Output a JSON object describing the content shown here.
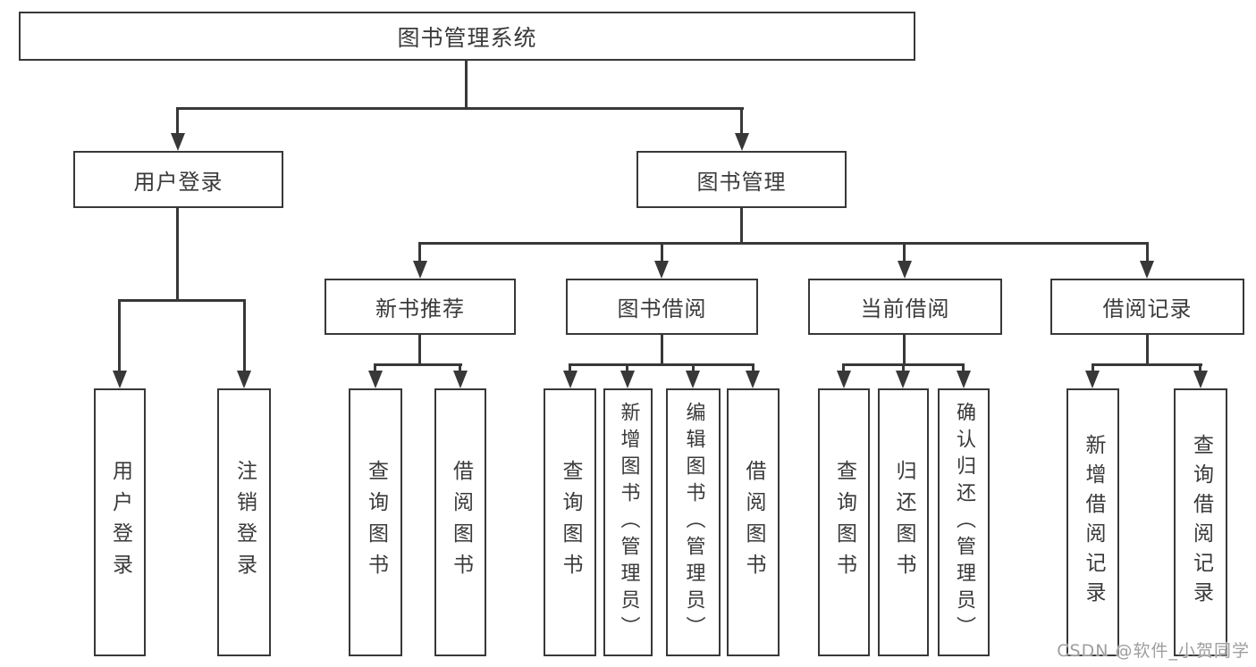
{
  "title": "图书管理系统",
  "tree": {
    "root": {
      "label": "图书管理系统"
    },
    "level2": [
      {
        "label": "用户登录",
        "parent": "图书管理系统"
      },
      {
        "label": "图书管理",
        "parent": "图书管理系统"
      }
    ],
    "level3": [
      {
        "label": "新书推荐",
        "parent": "图书管理"
      },
      {
        "label": "图书借阅",
        "parent": "图书管理"
      },
      {
        "label": "当前借阅",
        "parent": "图书管理"
      },
      {
        "label": "借阅记录",
        "parent": "图书管理"
      }
    ],
    "leaves": [
      {
        "label": "用户登录",
        "parent": "用户登录"
      },
      {
        "label": "注销登录",
        "parent": "用户登录"
      },
      {
        "label": "查询图书",
        "parent": "新书推荐"
      },
      {
        "label": "借阅图书",
        "parent": "新书推荐"
      },
      {
        "label": "查询图书",
        "parent": "图书借阅"
      },
      {
        "label": "新增图书（管理员）",
        "parent": "图书借阅"
      },
      {
        "label": "编辑图书（管理员）",
        "parent": "图书借阅"
      },
      {
        "label": "借阅图书",
        "parent": "图书借阅"
      },
      {
        "label": "查询图书",
        "parent": "当前借阅"
      },
      {
        "label": "归还图书",
        "parent": "当前借阅"
      },
      {
        "label": "确认归还（管理员）",
        "parent": "当前借阅"
      },
      {
        "label": "新增借阅记录",
        "parent": "借阅记录"
      },
      {
        "label": "查询借阅记录",
        "parent": "借阅记录"
      }
    ]
  },
  "watermark": "CSDN @软件_小贺同学",
  "colors": {
    "line": "#383838",
    "text": "#3a3a3a",
    "watermark": "#9e9e9e",
    "background": "#ffffff"
  }
}
